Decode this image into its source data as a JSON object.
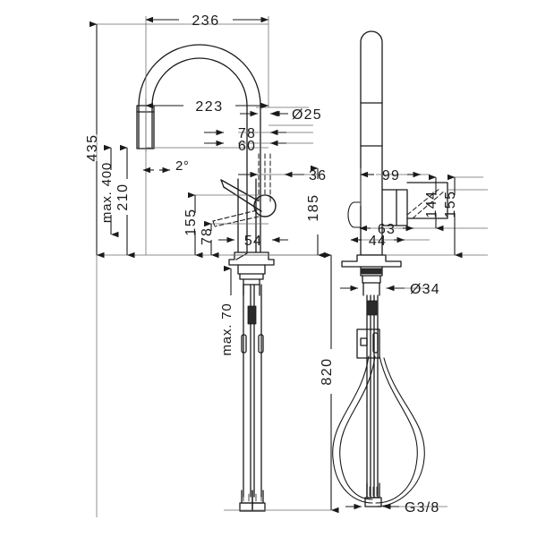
{
  "drawing": {
    "title": "Kitchen mixer tap technical dimension drawing",
    "units": "mm",
    "line_color": "#1a1a1a",
    "thin_line_color": "#555555",
    "background": "#ffffff"
  },
  "views": {
    "left": {
      "name": "front-elevation-with-swivel-spout",
      "description": "Faucet front view with C-shaped spout, lever handle and two supply hoses"
    },
    "right": {
      "name": "side-elevation-pull-out-spray",
      "description": "Faucet side view with pull-out spray extended and looped hose"
    }
  },
  "dimensions": {
    "d236": "236",
    "d223": "223",
    "d435": "435",
    "dmax400": "max. 400",
    "d210": "210",
    "angle2": "2°",
    "dia25": "Ø25",
    "d78_top": "78",
    "d60": "60",
    "d36": "36",
    "d185": "185",
    "d155_left": "155",
    "d78_left": "78",
    "d54": "54",
    "dmax70": "max. 70",
    "d820": "820",
    "d99": "99",
    "d144": "144",
    "d155_right": "155",
    "d63": "63",
    "d44": "44",
    "dia34": "Ø34",
    "thread": "G3/8"
  }
}
